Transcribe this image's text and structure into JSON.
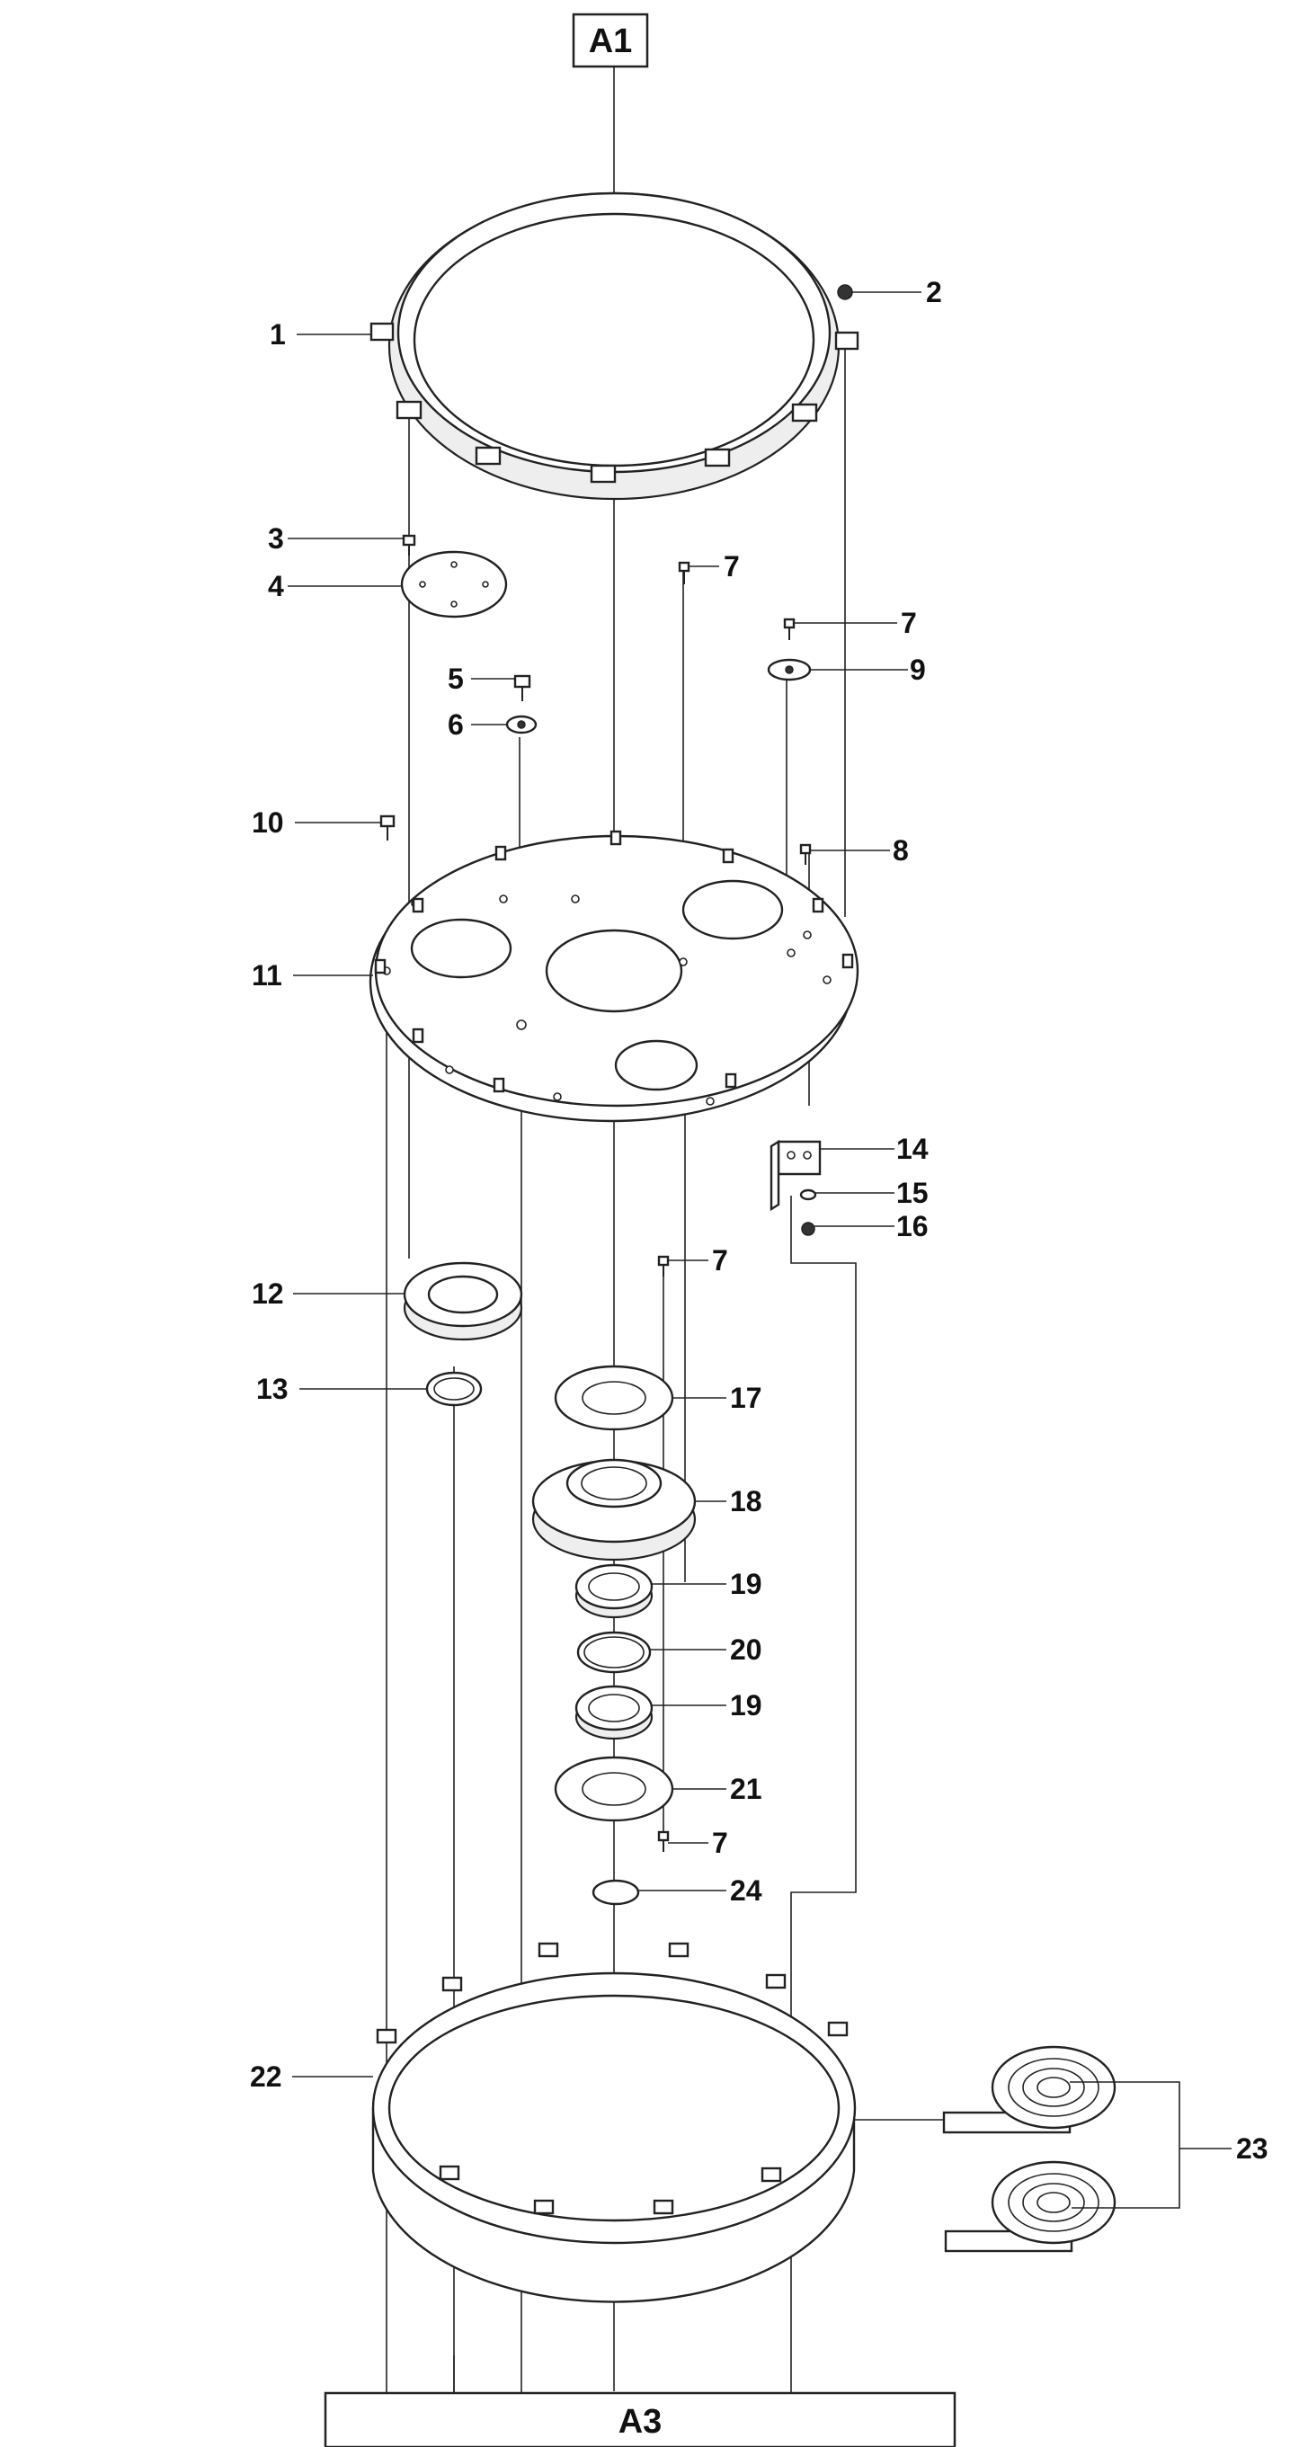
{
  "diagram": {
    "top_box_label": "A1",
    "bottom_box_label": "A3",
    "callouts": {
      "c1": "1",
      "c2": "2",
      "c3": "3",
      "c4": "4",
      "c5": "5",
      "c6": "6",
      "c7a": "7",
      "c7b": "7",
      "c7c": "7",
      "c7d": "7",
      "c8": "8",
      "c9": "9",
      "c10": "10",
      "c11": "11",
      "c12": "12",
      "c13": "13",
      "c14": "14",
      "c15": "15",
      "c16": "16",
      "c17": "17",
      "c18": "18",
      "c19a": "19",
      "c19b": "19",
      "c20": "20",
      "c21": "21",
      "c22": "22",
      "c23": "23",
      "c24": "24"
    },
    "colors": {
      "line": "#222222",
      "part_fill": "#ffffff",
      "shade": "#eeeeee"
    }
  }
}
